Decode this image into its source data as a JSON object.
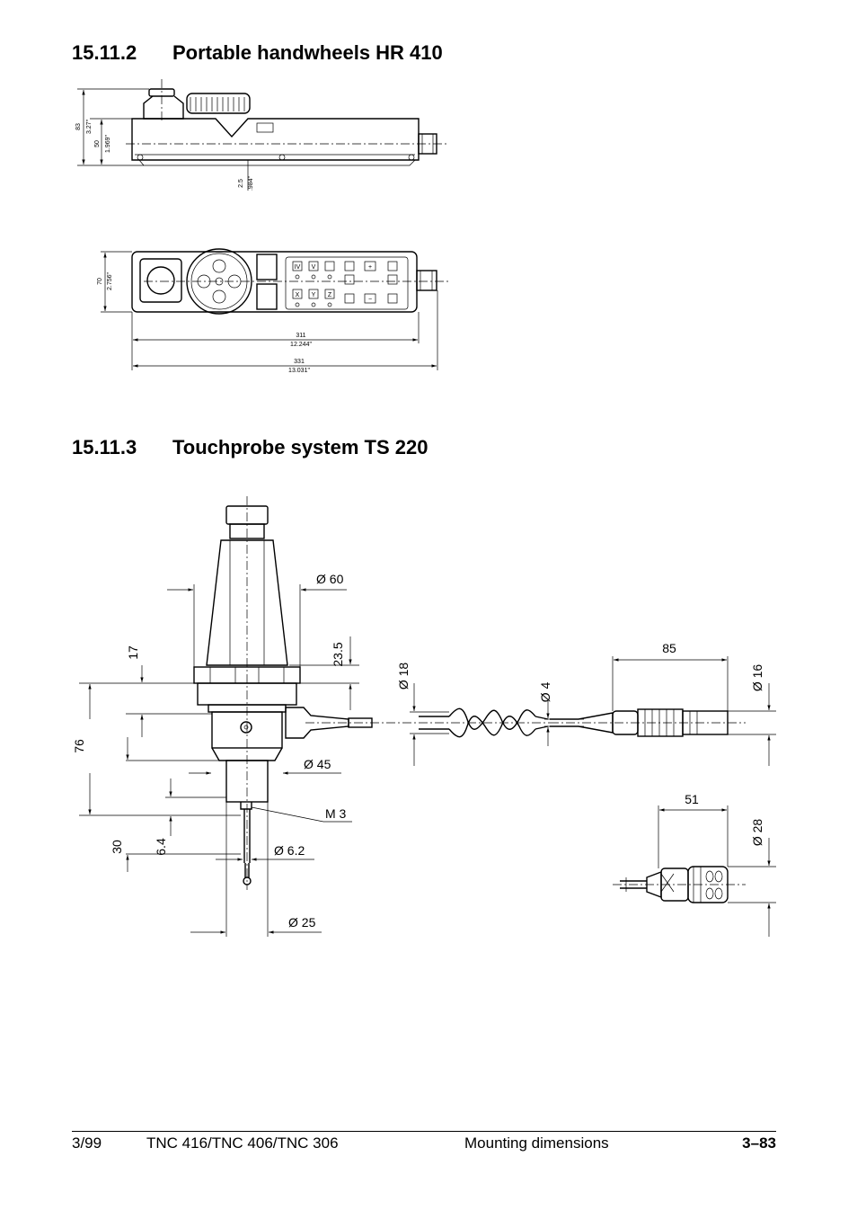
{
  "section_hr410": {
    "number": "15.11.2",
    "title": "Portable handwheels HR 410"
  },
  "section_ts220": {
    "number": "15.11.3",
    "title": "Touchprobe system TS 220"
  },
  "hr410_dims": {
    "h83": "83",
    "h83_in": "3.27\"",
    "h50": "50",
    "h50_in": "1.969\"",
    "d25": "2.5",
    "d25_in": ".984\"",
    "w70": "70",
    "w70_in": "2.756\"",
    "l311": "311",
    "l311_in": "12.244\"",
    "l331": "331",
    "l331_in": "13.031\""
  },
  "hr410_keys": {
    "iv": "IV",
    "v": "V",
    "x": "X",
    "y": "Y",
    "z": "Z",
    "plus": "+",
    "minus": "−"
  },
  "ts220_dims": {
    "d60": "Ø 60",
    "h23_5": "23.5",
    "h17": "17",
    "h76": "76",
    "d45": "Ø 45",
    "m3": "M 3",
    "h30": "30",
    "h6_4": "6.4",
    "d6_2": "Ø 6.2",
    "d25": "Ø 25",
    "d18": "Ø 18",
    "d4": "Ø 4",
    "l85": "85",
    "d16": "Ø 16",
    "l51": "51",
    "d28": "Ø 28"
  },
  "footer": {
    "date": "3/99",
    "model": "TNC 416/TNC 406/TNC 306",
    "section": "Mounting dimensions",
    "page": "3–83"
  }
}
